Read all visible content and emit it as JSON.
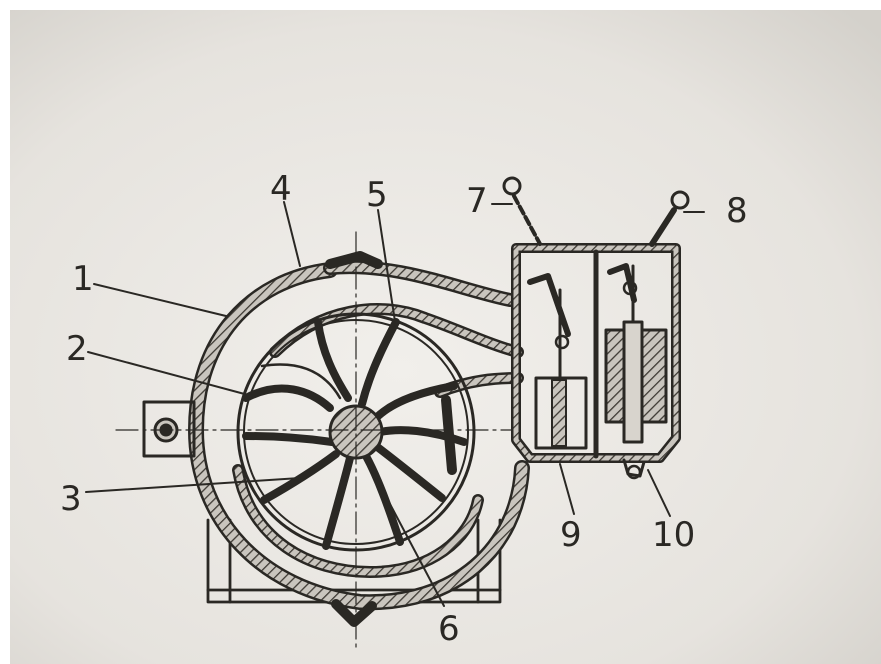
{
  "diagram": {
    "callouts": [
      {
        "id": "c1",
        "label": "1"
      },
      {
        "id": "c2",
        "label": "2"
      },
      {
        "id": "c3",
        "label": "3"
      },
      {
        "id": "c4",
        "label": "4"
      },
      {
        "id": "c5",
        "label": "5"
      },
      {
        "id": "c6",
        "label": "6"
      },
      {
        "id": "c7",
        "label": "7"
      },
      {
        "id": "c8",
        "label": "8"
      },
      {
        "id": "c9",
        "label": "9"
      },
      {
        "id": "c10",
        "label": "10"
      }
    ]
  },
  "colors": {
    "paper": "#ebe8e3",
    "ink": "#2a2824",
    "hatch": "#4a4640",
    "border": "#ffffff"
  }
}
